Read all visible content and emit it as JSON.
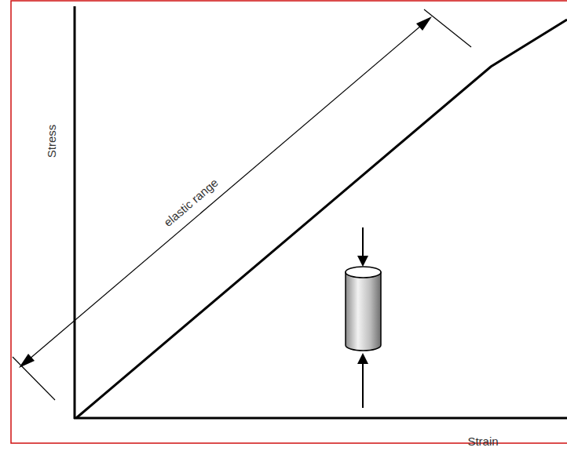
{
  "diagram": {
    "labels": [
      "Stress",
      "elastic range",
      "Strain"
    ]
  }
}
